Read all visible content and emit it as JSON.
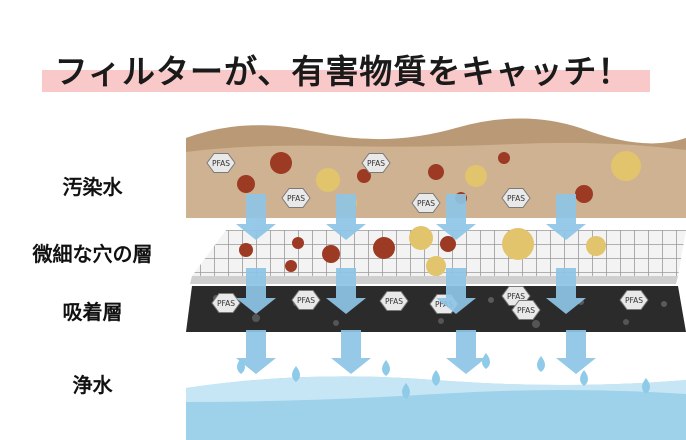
{
  "title": "フィルターが、有害物質をキャッチ！",
  "layers": [
    {
      "label": "汚染水",
      "key": "polluted"
    },
    {
      "label": "微細な穴の層",
      "key": "mesh"
    },
    {
      "label": "吸着層",
      "key": "adsorption"
    },
    {
      "label": "浄水",
      "key": "clean"
    }
  ],
  "pfas_label": "PFAS",
  "colors": {
    "title_band": "#f9c9c9",
    "polluted_water": "#cfb291",
    "adsorption": "#2a2a2a",
    "clean_water": "#9ed1ea",
    "arrow": "#8ec5e6",
    "particle_red": "#9c3a24",
    "particle_yellow": "#e2c46d"
  }
}
